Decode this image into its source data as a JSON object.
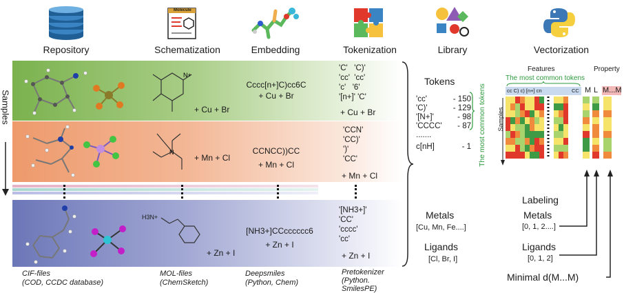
{
  "headers": {
    "repository": "Repository",
    "schematization": "Schematization",
    "embedding": "Embedding",
    "tokenization": "Tokenization",
    "library": "Library",
    "vectorization": "Vectorization"
  },
  "schematization_icon_text": "Molecule",
  "samples_label": "Samples",
  "rows": [
    {
      "schema_add": "+ Cu + Br",
      "smiles": "Cccc[n+]C)cc6C",
      "smiles_add": "+ Cu + Br",
      "tokens": "'C'   'C)'\n'cc'  'cc'\n'c'   '6'\n'[n+]' 'C'",
      "tokens_add": "+ Cu + Br"
    },
    {
      "schema_add": "+ Mn + Cl",
      "smiles": "CCNCC))CC",
      "smiles_add": "+ Mn + Cl",
      "tokens": "'CCN'\n'CC)'\n')'\n'CC'",
      "tokens_add": "+ Mn + Cl"
    },
    {
      "schema_add": "+ Zn + I",
      "smiles": "[NH3+]CCcccccc6",
      "smiles_add": "+ Zn + I",
      "tokens": "'[NH3+]'\n'CC'\n'cccc'\n'cc'",
      "tokens_add": "+ Zn + I",
      "schema_label": "H3N+"
    }
  ],
  "footers": {
    "repository": "CIF-files\n(COD, CCDC database)",
    "schematization": "MOL-files\n(ChemSketch)",
    "embedding": "Deepsmiles\n(Python, Chem)",
    "tokenization": "Pretokenizer\n(Python.\nSmilesPE)"
  },
  "library": {
    "tokens_title": "Tokens",
    "token_rows": [
      {
        "token": "'cc'",
        "count": "- 150"
      },
      {
        "token": "'C)'",
        "count": "- 129"
      },
      {
        "token": "'[N+]'",
        "count": "-   98"
      },
      {
        "token": "'CCCC'",
        "count": "-   87"
      },
      {
        "token": ".......",
        "count": ""
      },
      {
        "token": "c[nH]",
        "count": "-     1"
      }
    ],
    "most_common_label": "The most  common tokens",
    "metals_title": "Metals",
    "metals_list": "[Cu, Mn, Fe....]",
    "ligands_title": "Ligands",
    "ligands_list": "[Cl, Br, I]"
  },
  "vectorization": {
    "features_label": "Features",
    "property_label": "Property",
    "most_common_label": "The most common tokens",
    "columns_label": "cc C) c) [n+] cn",
    "columns_label2": "CC",
    "m_label": "M",
    "l_label": "L",
    "mm_label": "M...M",
    "samples_label": "Samples",
    "labeling_title": "Labeling",
    "metals_title": "Metals",
    "metals_values": "[0, 1, 2....]",
    "ligands_title": "Ligands",
    "ligands_values": "[0, 1, 2]",
    "distance_label": "Minimal d(M...M)"
  },
  "colors": {
    "red": "#e0392b",
    "orange": "#f08a3c",
    "yellow": "#f6e46a",
    "lightgreen": "#a9d36d",
    "green": "#3f9a45"
  }
}
